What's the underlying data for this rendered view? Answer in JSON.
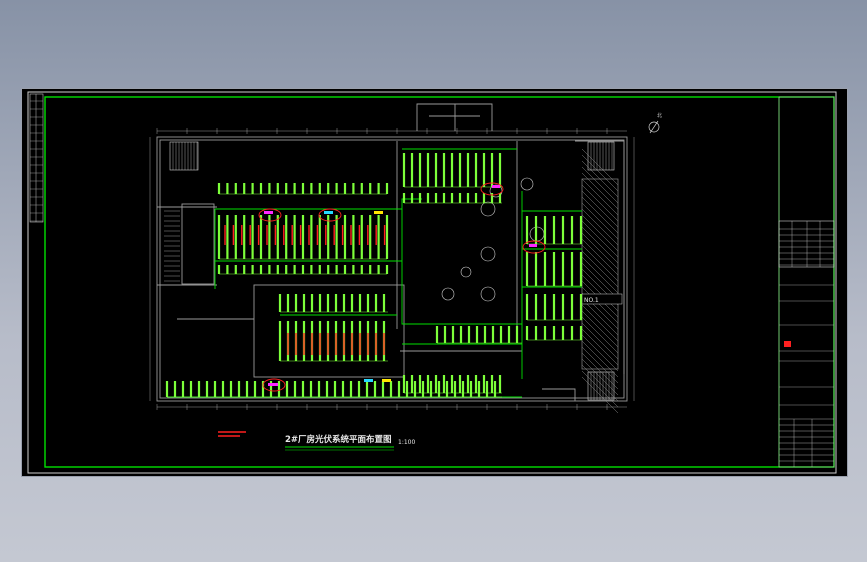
{
  "drawing": {
    "title": "2#厂房光伏系统平面布置图",
    "scale": "1:100",
    "compass_label": "北",
    "room_label": "NO.1"
  },
  "colors": {
    "frame": "#00e000",
    "wall": "#9a9a9a",
    "panel": "#7dff3a",
    "highlight": "#ff2020",
    "cyan": "#26d9ff",
    "magenta": "#ff28ff",
    "yellow": "#ffe600",
    "white": "#e8e8e8",
    "background": "#000000",
    "hatch": "#8a8a8a"
  }
}
